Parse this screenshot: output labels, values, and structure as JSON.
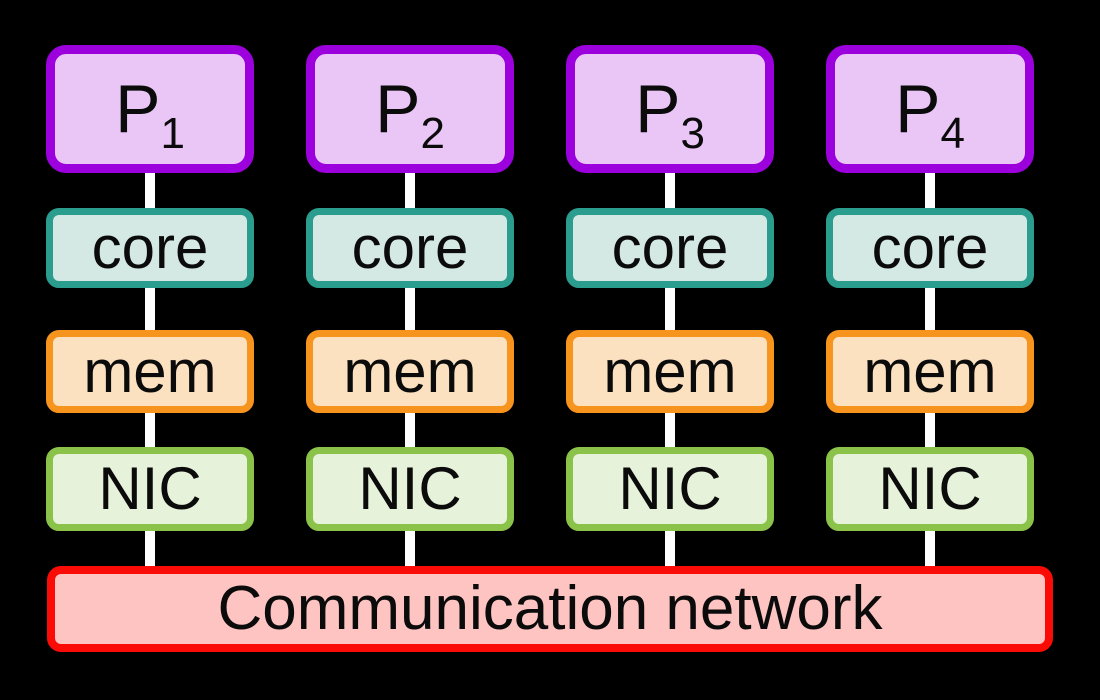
{
  "diagram": {
    "network_label": "Communication network",
    "columns": [
      {
        "processor": "P",
        "processor_subscript": "1",
        "core": "core",
        "memory": "mem",
        "nic": "NIC"
      },
      {
        "processor": "P",
        "processor_subscript": "2",
        "core": "core",
        "memory": "mem",
        "nic": "NIC"
      },
      {
        "processor": "P",
        "processor_subscript": "3",
        "core": "core",
        "memory": "mem",
        "nic": "NIC"
      },
      {
        "processor": "P",
        "processor_subscript": "4",
        "core": "core",
        "memory": "mem",
        "nic": "NIC"
      }
    ],
    "colors": {
      "background": "#000000",
      "text": "#0b0b0b",
      "connector": "#ffffff",
      "processor_border": "#9c00dd",
      "processor_fill": "#e9c6f6",
      "core_border": "#2a9d8f",
      "core_fill": "#d4e8e4",
      "mem_border": "#f7941d",
      "mem_fill": "#fce1c1",
      "nic_border": "#8bc34a",
      "nic_fill": "#e6f2d9",
      "network_border": "#fb0b06",
      "network_fill": "#fdc4c1"
    }
  }
}
